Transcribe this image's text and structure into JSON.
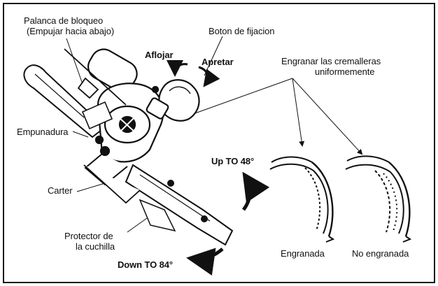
{
  "labels": {
    "lock_lever_line1": "Palanca de bloqueo",
    "lock_lever_line2": "(Empujar hacia abajo)",
    "fixing_button": "Boton de fijacion",
    "loosen": "Aflojar",
    "tighten": "Apretar",
    "engage_line1": "Engranar las cremalleras",
    "engage_line2": "uniformemente",
    "handle": "Empunadura",
    "up_angle": "Up TO 48°",
    "housing": "Carter",
    "guard_line1": "Protector de",
    "guard_line2": "la cuchilla",
    "down_angle": "Down TO 84°",
    "engaged": "Engranada",
    "not_engaged": "No engranada"
  },
  "colors": {
    "ink": "#111111",
    "paper": "#ffffff",
    "frame": "#1a1a1a"
  },
  "icons": {
    "rotate_loosen": "curved-arrow-ccw-icon",
    "rotate_tighten": "curved-arrow-cw-icon",
    "tilt_up": "curved-arrow-up-icon",
    "tilt_down": "curved-arrow-down-icon"
  }
}
